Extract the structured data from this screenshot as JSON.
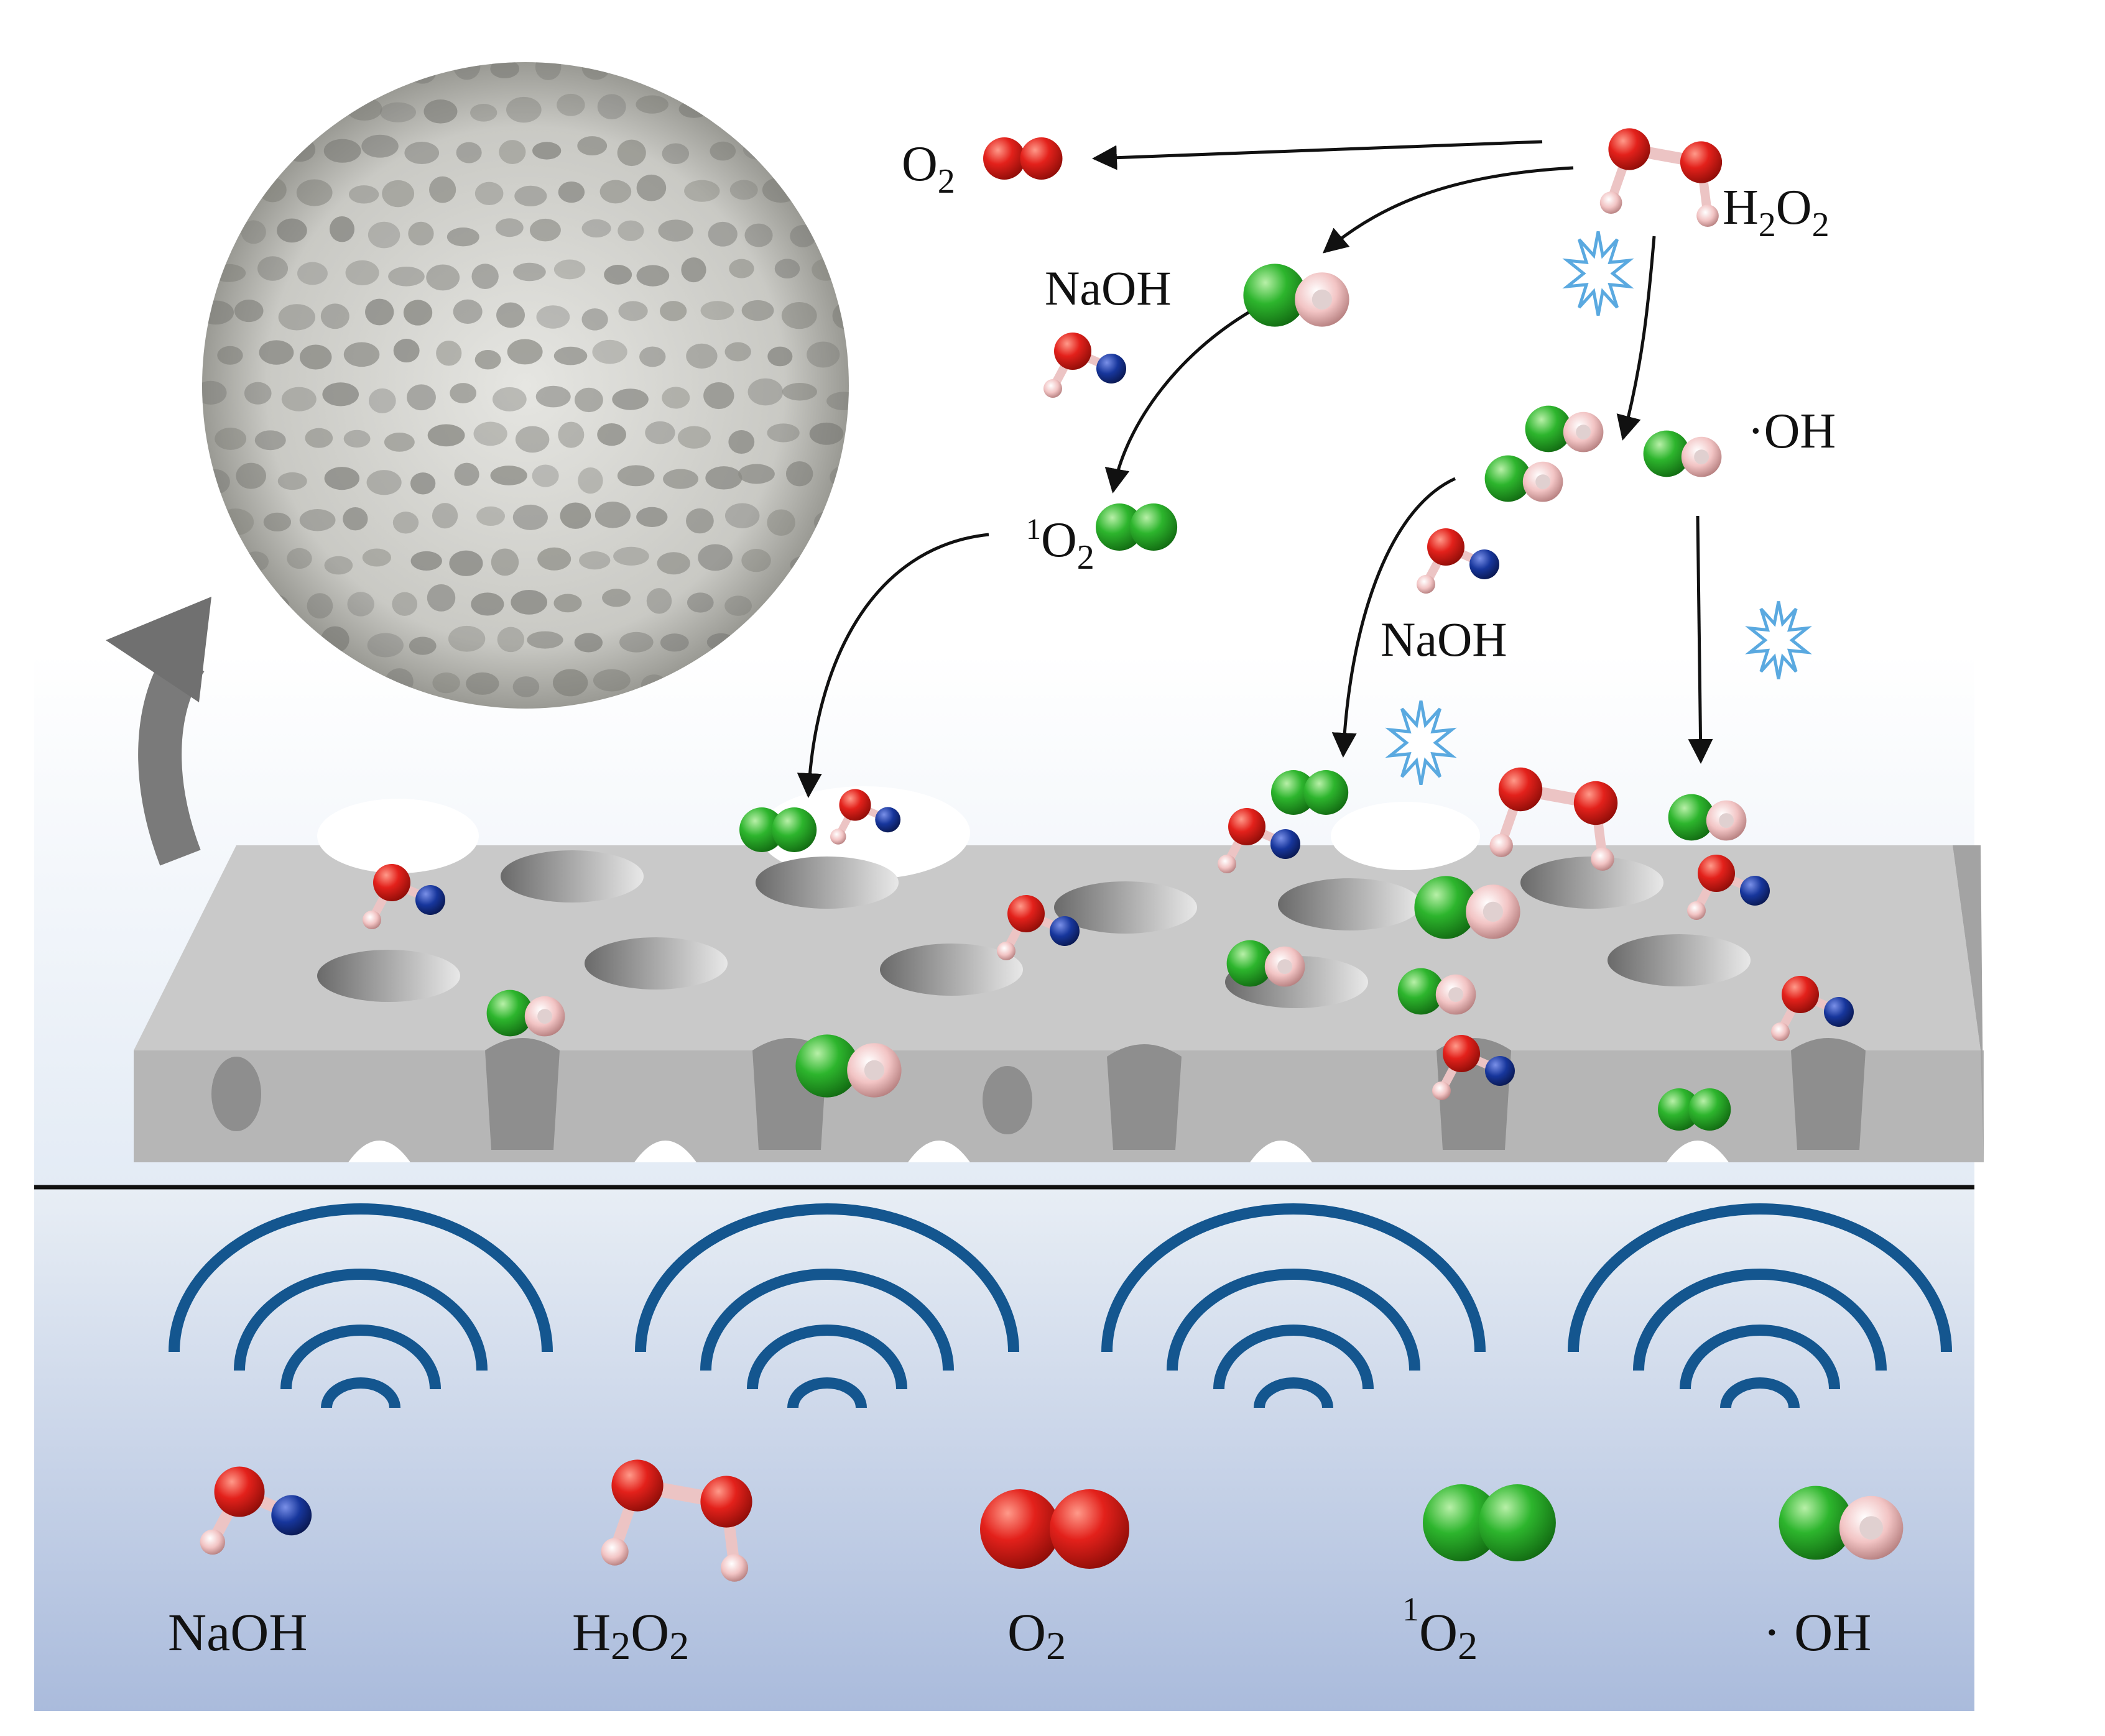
{
  "colors": {
    "oxygen": "#e3211b",
    "hydrogen": "#f2c4c4",
    "sodium": "#17369c",
    "green": "#2db52d",
    "wave": "#14568f",
    "arrow": "#111111",
    "sparkle": "#5aa9e0",
    "sponge": "#c6c6c6"
  },
  "icons": {
    "inset": "sponge-surface-photo",
    "sparkle": "ultrasound-spark-icon",
    "wave": "ultrasound-wave-icon"
  },
  "labels": {
    "o2_top": "O",
    "o2_top_sub": "2",
    "h2o2_h": "H",
    "h2o2_sub1": "2",
    "h2o2_o": "O",
    "h2o2_sub2": "2",
    "naoh_upper": "NaOH",
    "singlet_sup": "1",
    "singlet_o": "O",
    "singlet_sub": "2",
    "oh_radical": "·OH",
    "naoh_right": "NaOH"
  },
  "legend": [
    {
      "main": "NaOH",
      "sub": "",
      "sup": ""
    },
    {
      "main": "H",
      "sub": "2",
      "main2": "O",
      "sub2": "2"
    },
    {
      "main": "O",
      "sub": "2",
      "sup": ""
    },
    {
      "main": "O",
      "sub": "2",
      "sup": "1"
    },
    {
      "main": "· OH",
      "sub": "",
      "sup": ""
    }
  ]
}
